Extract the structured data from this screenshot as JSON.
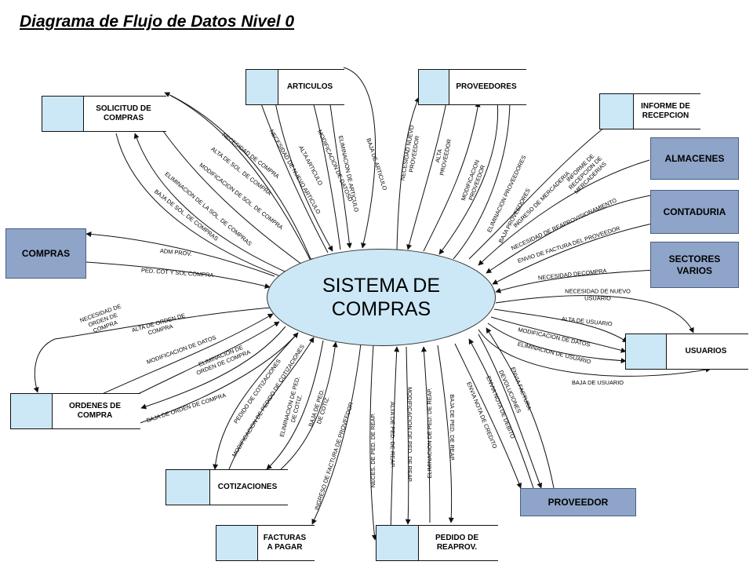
{
  "title": "Diagrama de Flujo de Datos Nivel 0",
  "process": {
    "label": "SISTEMA DE\nCOMPRAS",
    "fill": "#cce8f6"
  },
  "entities": [
    {
      "id": "compras",
      "label": "COMPRAS"
    },
    {
      "id": "almacenes",
      "label": "ALMACENES"
    },
    {
      "id": "contaduria",
      "label": "CONTADURIA"
    },
    {
      "id": "sectores",
      "label": "SECTORES\nVARIOS"
    },
    {
      "id": "proveedor",
      "label": "PROVEEDOR"
    }
  ],
  "stores": [
    {
      "id": "articulos",
      "label": "ARTICULOS"
    },
    {
      "id": "proveedores",
      "label": "PROVEEDORES"
    },
    {
      "id": "solicitud",
      "label": "SOLICITUD DE\nCOMPRAS"
    },
    {
      "id": "informe",
      "label": "INFORME DE\nRECEPCION"
    },
    {
      "id": "usuarios",
      "label": "USUARIOS"
    },
    {
      "id": "ordenes",
      "label": "ORDENES DE\nCOMPRA"
    },
    {
      "id": "cotizaciones",
      "label": "COTIZACIONES"
    },
    {
      "id": "facturas",
      "label": "FACTURAS\nA PAGAR"
    },
    {
      "id": "pedido",
      "label": "PEDIDO DE\nREAPROV."
    }
  ],
  "flows": [
    {
      "id": "necesidad-de-compra",
      "label": "NECESIDAD DE COMPRA"
    },
    {
      "id": "alta-de-sol-de-compra",
      "label": "ALTA DE SOL. DE COMPRA"
    },
    {
      "id": "modificacion-de-sol-de-compra",
      "label": "MODIFICACION DE SOL. DE COMPRA"
    },
    {
      "id": "eliminacion-de-la-sol-de-compras",
      "label": "ELIMINACION DE LA SOL. DE COMPRAS"
    },
    {
      "id": "baja-de-sol-de-compras",
      "label": "BAJA DE SOL. DE COMPRAS"
    },
    {
      "id": "necesidad-de-nuevo-articulo",
      "label": "NECESIDAD DE NUEVO ARTICULO"
    },
    {
      "id": "alta-articulo",
      "label": "ALTA ARTICULO"
    },
    {
      "id": "modificacion-de-datos-art",
      "label": "MODIFICACION DE DATOSD"
    },
    {
      "id": "eliminacion-de-articulo",
      "label": "ELIMINACION DE ARTICULO"
    },
    {
      "id": "baja-de-articulo",
      "label": "BAJA DE ARTICULO"
    },
    {
      "id": "necesidad-nuevo-proveedor",
      "label": "NECESIDAD NUEVO\nPROVEEDOR"
    },
    {
      "id": "alta-proveedor",
      "label": "ALTA\nPROVEEDOR"
    },
    {
      "id": "modificacion-proveedor",
      "label": "MODIFICACION\nPROVEEDOR"
    },
    {
      "id": "eliminacion-proveedores",
      "label": "ELIMINACION PROVEEDORES"
    },
    {
      "id": "baja-proveedores",
      "label": "BAJA PROVEEDORES"
    },
    {
      "id": "ingreso-de-mercaderia",
      "label": "INGRESO DE MERCADERIA"
    },
    {
      "id": "informe-de-recepcion",
      "label": "INFORME DE\nRECEPCION DE\nMERCADERIAS"
    },
    {
      "id": "necesidad-de-reaprovisionamiento",
      "label": "NECESIDAD DE REAPROVISIONAMIENTO"
    },
    {
      "id": "envio-de-factura",
      "label": "ENVIO DE FACTURA DEL PROVEEDOR"
    },
    {
      "id": "necesidad-decompra",
      "label": "NECESIDAD DECOMPRA"
    },
    {
      "id": "adm-prov",
      "label": "ADM PROV."
    },
    {
      "id": "ped-cot-y-sol-compra",
      "label": "PED. COT Y SOL COMPRA"
    },
    {
      "id": "necesidad-de-nuevo-usuario",
      "label": "NECESIDAD DE NUEVO\nUSUARIO"
    },
    {
      "id": "alta-de-usuario",
      "label": "ALTA DE USUARIO"
    },
    {
      "id": "modificacion-de-datos-usr",
      "label": "MODIFICACION DE DATOS"
    },
    {
      "id": "eliminacion-de-usuario",
      "label": "ELIMINACION DE USUARIO"
    },
    {
      "id": "baja-de-usuario",
      "label": "BAJA DE USUARIO"
    },
    {
      "id": "necesidad-de-orden",
      "label": "NECESIDAD DE\nORDEN DE\nCOMPRA"
    },
    {
      "id": "alta-de-orden",
      "label": "ALTA DE ORDEN DE\nCOMPRA"
    },
    {
      "id": "modificacion-de-datos-ord",
      "label": "MODIFICACION DE DATOS"
    },
    {
      "id": "eliminacion-de-orden",
      "label": "ELIMINACION DE\nORDEN DE COMPRA"
    },
    {
      "id": "baja-de-orden",
      "label": "BAJA DE ORDEN DE COMPRA"
    },
    {
      "id": "pedido-de-cotizaciones",
      "label": "PEDIDO DE COTIZACIONES"
    },
    {
      "id": "modificacion-de-pedido",
      "label": "MODIFICACION DE PEDIDO DE COTIZACIONES"
    },
    {
      "id": "eliminacion-de-ped-cot",
      "label": "ELIMINACION DE PED.\nDE COTIZ."
    },
    {
      "id": "baja-de-ped-de-cotiz",
      "label": "BAJA DE PED.\nDE COTIZ."
    },
    {
      "id": "ingreso-de-factura",
      "label": "INGRESO DE FACTURA DE PROVEEDOR"
    },
    {
      "id": "neces-de-ped-de-reap",
      "label": "NECES. DE PED. DE REAP."
    },
    {
      "id": "alta-de-ped-de-reap",
      "label": "ALTA DE PED. DE REAP."
    },
    {
      "id": "modificacion-de-ped-de-reap",
      "label": "MODIFICACION DE PED. DE REAP."
    },
    {
      "id": "eliminacion-de-ped-de-reap",
      "label": "ELIMINACION DE PED. DE REAP."
    },
    {
      "id": "baja-de-ped-de-reap",
      "label": "BAJA DE PED. DE REAP."
    },
    {
      "id": "envia-nota-de-credito",
      "label": "ENVIA NOTA DE CREDITO"
    },
    {
      "id": "envia-nota-de-debito",
      "label": "ENVIA NOTA DE DEBITO"
    },
    {
      "id": "devoluciones",
      "label": "DEVOLUCIONES"
    },
    {
      "id": "envia-factura",
      "label": "ENVIA FACTURA"
    }
  ]
}
